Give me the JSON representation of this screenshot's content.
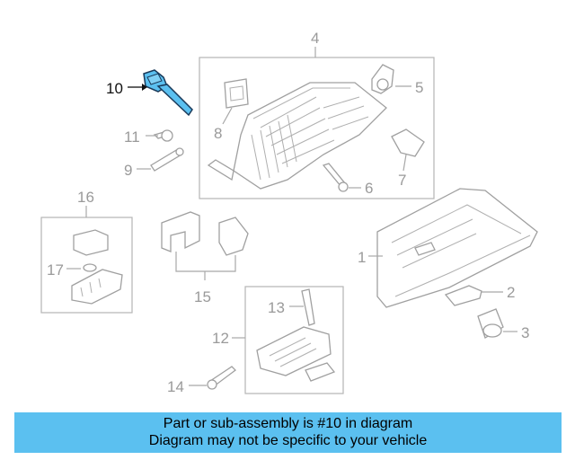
{
  "diagram": {
    "callouts": {
      "c1": "1",
      "c2": "2",
      "c3": "3",
      "c4": "4",
      "c5": "5",
      "c6": "6",
      "c7": "7",
      "c8": "8",
      "c9": "9",
      "c10": "10",
      "c11": "11",
      "c12": "12",
      "c13": "13",
      "c14": "14",
      "c15": "15",
      "c16": "16",
      "c17": "17"
    },
    "highlighted_part": "10",
    "highlight_color": "#5bc0f0"
  },
  "caption": {
    "line1": "Part or sub-assembly is #10 in diagram",
    "line2": "Diagram may not be specific to your vehicle"
  }
}
